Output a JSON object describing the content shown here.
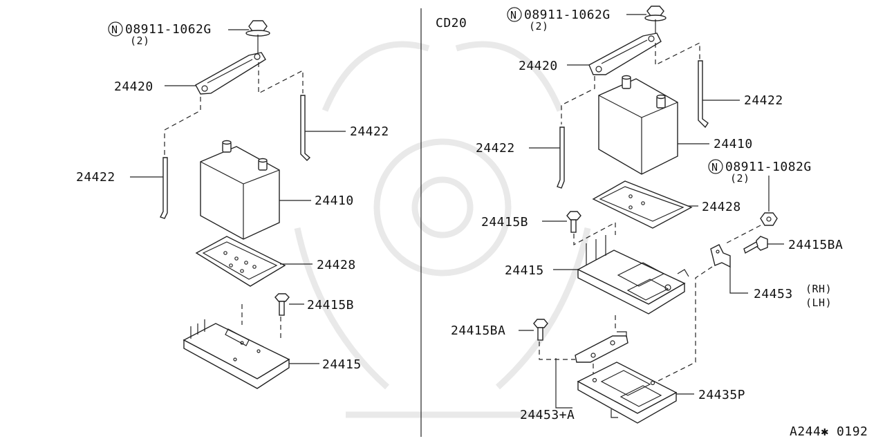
{
  "diagram": {
    "variant_label": "CD20",
    "reference_code": "A244✱ 0192",
    "left": {
      "nut_part": "08911-1062G",
      "nut_qty": "(2)",
      "labels": {
        "hold_down_frame": "24420",
        "rod_right": "24422",
        "rod_left": "24422",
        "battery": "24410",
        "tray_mat": "24428",
        "bolt": "24415B",
        "tray": "24415"
      }
    },
    "right": {
      "nut_part": "08911-1062G",
      "nut_qty": "(2)",
      "nut2_part": "08911-1082G",
      "nut2_qty": "(2)",
      "labels": {
        "hold_down_frame": "24420",
        "rod_right": "24422",
        "rod_left": "24422",
        "battery": "24410",
        "tray_mat": "24428",
        "bolt_b": "24415B",
        "bolt_ba_right": "24415BA",
        "tray": "24415",
        "bracket": "24453",
        "bracket_rh": "(RH)",
        "bracket_lh": "(LH)",
        "bolt_ba_left": "24415BA",
        "bracket_a": "24453+A",
        "tray_p": "24435P"
      }
    }
  }
}
